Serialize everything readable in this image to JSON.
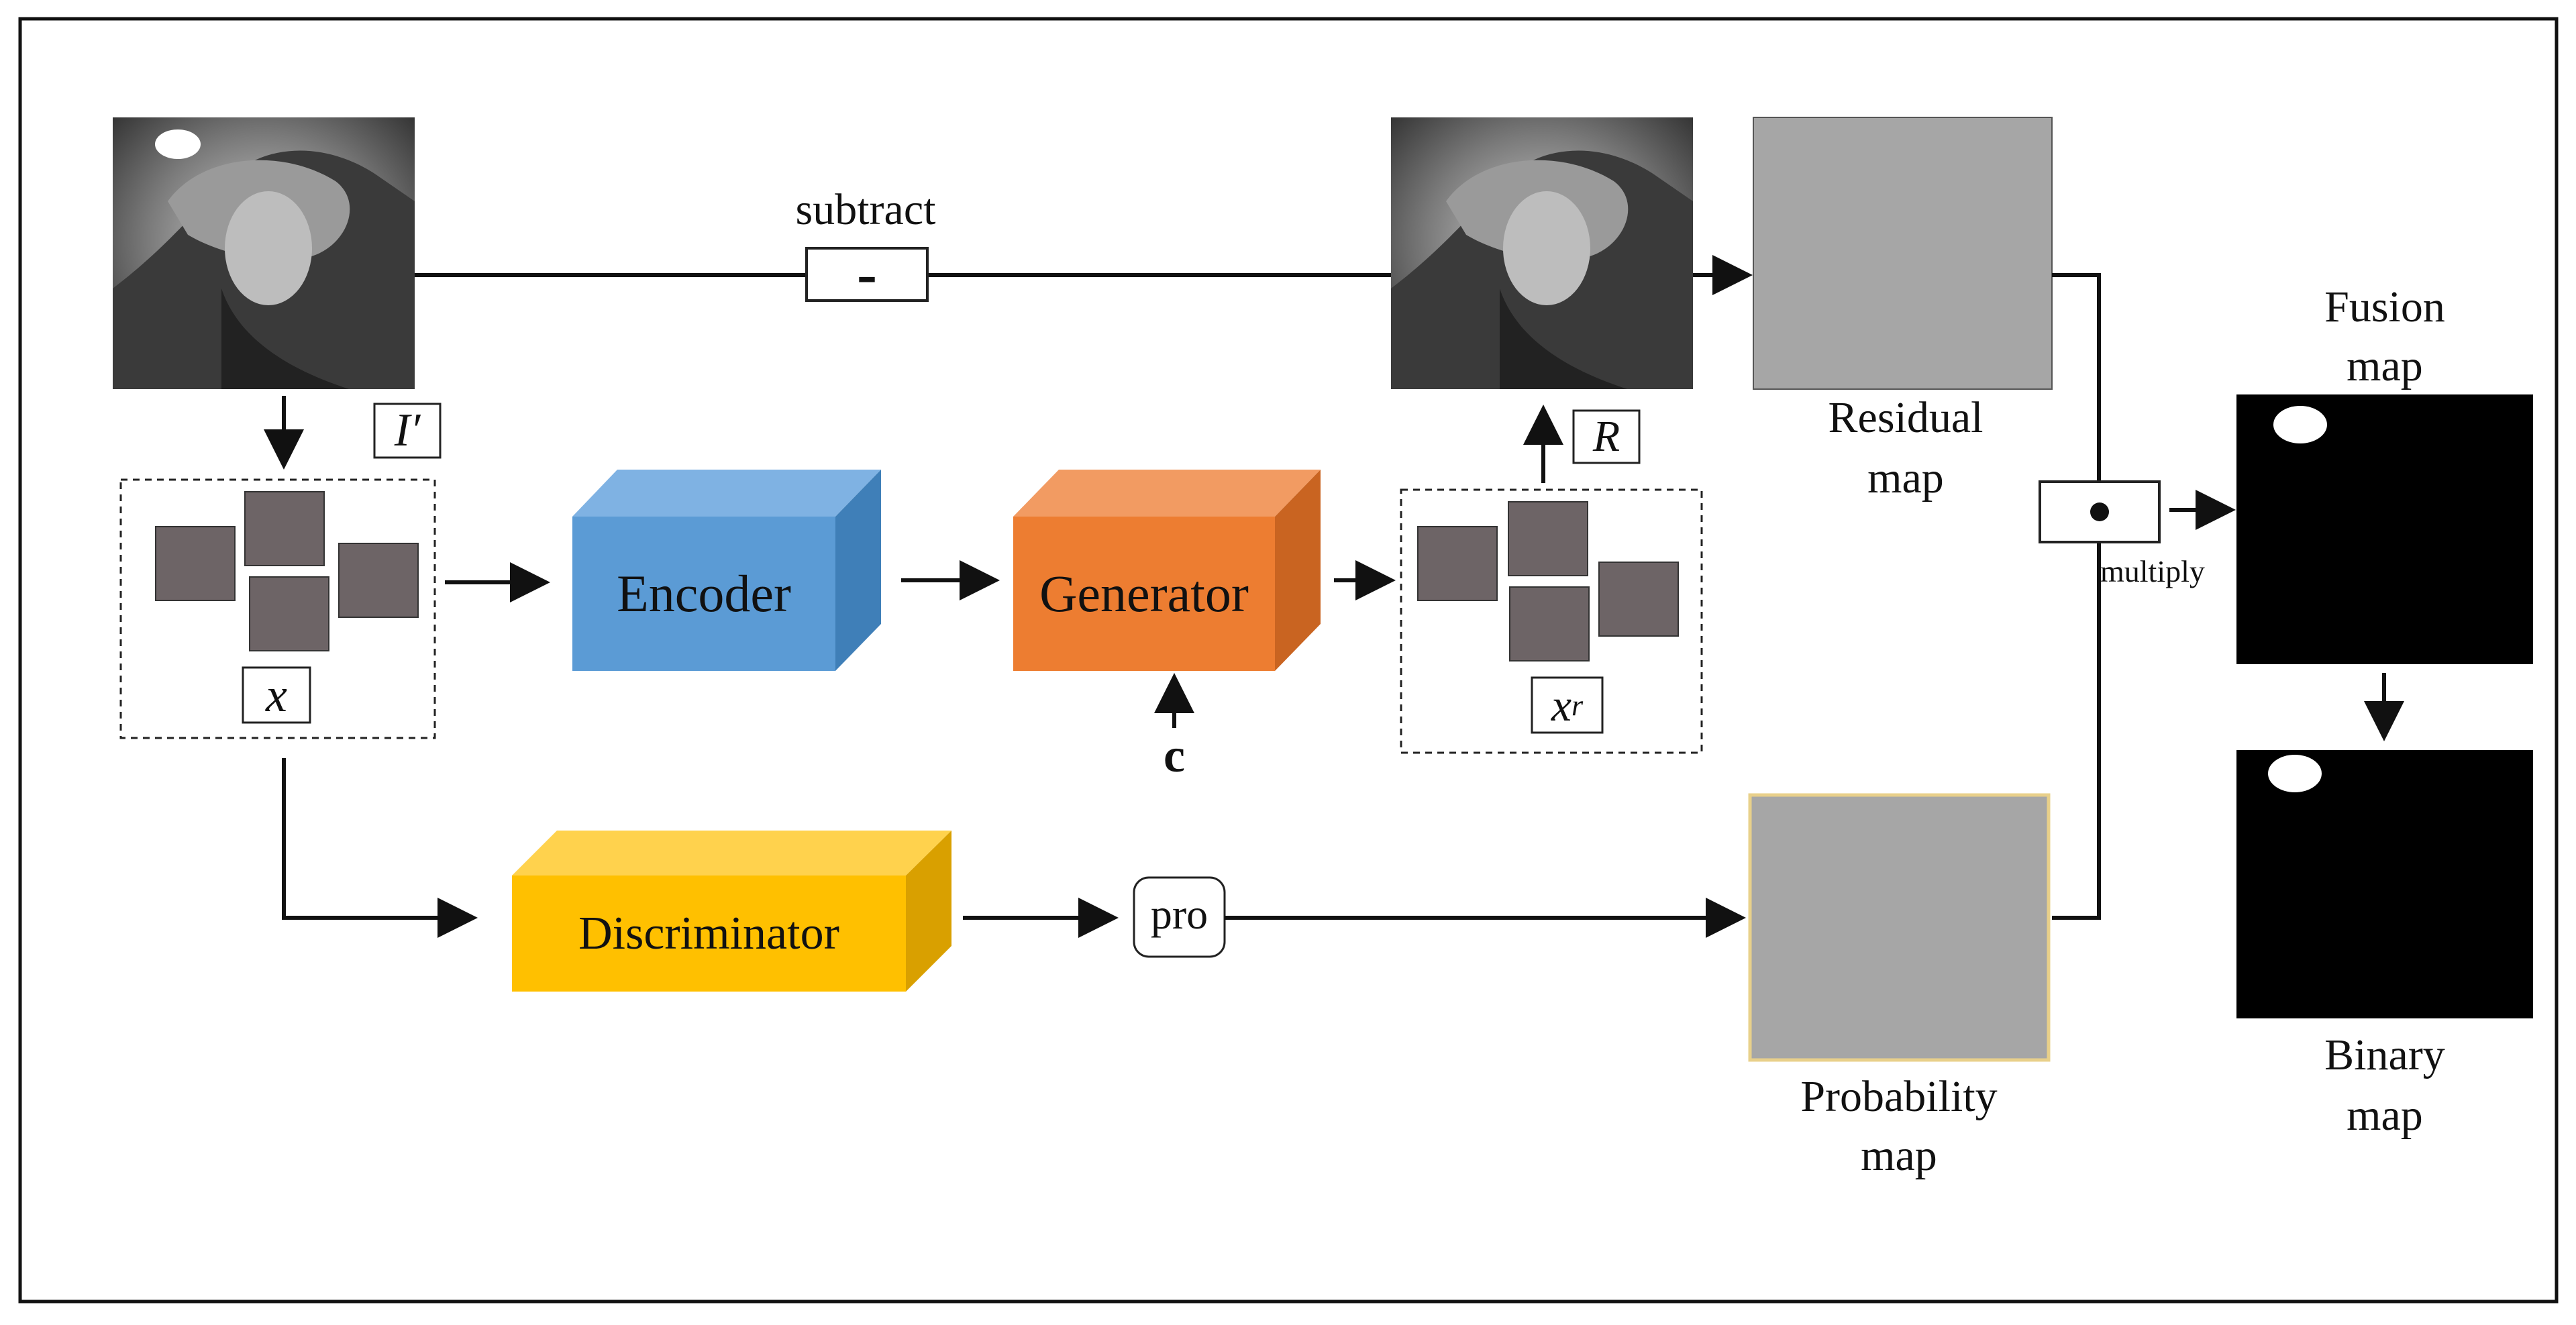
{
  "labels": {
    "subtract": "subtract",
    "minus_sign": "-",
    "i_prime": "I′",
    "r": "R",
    "x": "x",
    "x_r": "x",
    "x_r_sub": "r",
    "encoder": "Encoder",
    "generator": "Generator",
    "discriminator": "Discriminator",
    "c": "c",
    "pro": "pro",
    "multiply": "multiply",
    "multiply_sign": "•",
    "residual_map_l1": "Residual",
    "residual_map_l2": "map",
    "fusion_map_l1": "Fusion",
    "fusion_map_l2": "map",
    "binary_map_l1": "Binary",
    "binary_map_l2": "map",
    "probability_map_l1": "Probability",
    "probability_map_l2": "map"
  },
  "colors": {
    "encoder_front": "#5b9bd5",
    "encoder_top": "#7fb2e3",
    "encoder_side": "#3f7fb8",
    "generator_front": "#ed7d31",
    "generator_top": "#f29b62",
    "generator_side": "#c96421",
    "discriminator_front": "#ffc000",
    "discriminator_top": "#ffd24d",
    "discriminator_side": "#d9a000",
    "patch_gray": "#6d6466",
    "map_gray": "#a6a6a6",
    "map_black": "#000000",
    "prob_border": "#e8d08a"
  }
}
